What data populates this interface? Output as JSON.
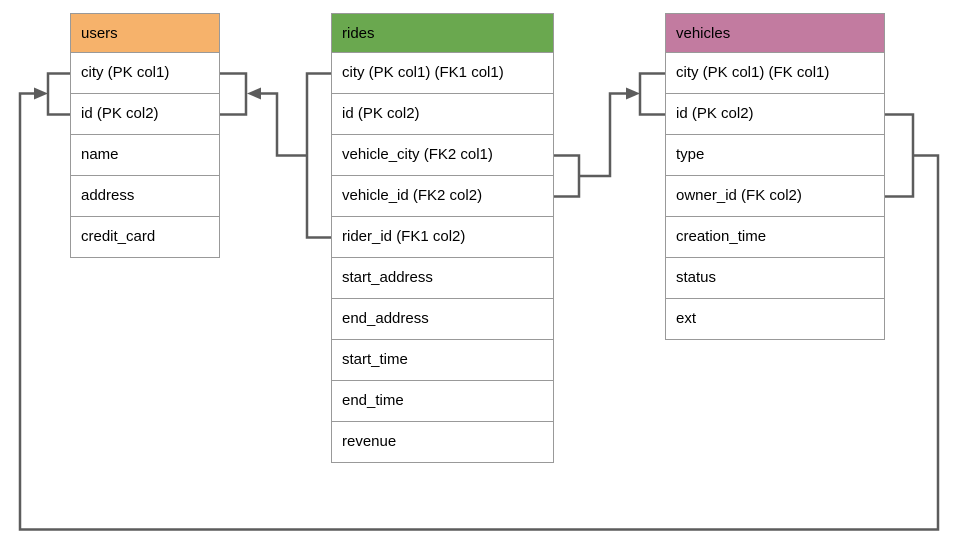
{
  "diagram": {
    "line_color": "#5c5c5c",
    "table_border_color": "#999999",
    "tables": [
      {
        "name": "users",
        "header_color": "#F6B26B",
        "columns": [
          "city (PK col1)",
          "id (PK col2)",
          "name",
          "address",
          "credit_card"
        ]
      },
      {
        "name": "rides",
        "header_color": "#6AA84F",
        "columns": [
          "city (PK col1) (FK1 col1)",
          "id (PK col2)",
          "vehicle_city (FK2 col1)",
          "vehicle_id (FK2 col2)",
          "rider_id (FK1 col2)",
          "start_address",
          "end_address",
          "start_time",
          "end_time",
          "revenue"
        ]
      },
      {
        "name": "vehicles",
        "header_color": "#C27BA0",
        "columns": [
          "city (PK col1) (FK col1)",
          "id (PK col2)",
          "type",
          "owner_id (FK col2)",
          "creation_time",
          "status",
          "ext"
        ]
      }
    ],
    "relationships": [
      {
        "from_table": "rides",
        "from_columns": [
          "city (FK1 col1)",
          "rider_id (FK1 col2)"
        ],
        "to_table": "users",
        "to_columns": [
          "city (PK col1)",
          "id (PK col2)"
        ]
      },
      {
        "from_table": "rides",
        "from_columns": [
          "vehicle_city (FK2 col1)",
          "vehicle_id (FK2 col2)"
        ],
        "to_table": "vehicles",
        "to_columns": [
          "city (PK col1)",
          "id (PK col2)"
        ]
      },
      {
        "from_table": "vehicles",
        "from_columns": [
          "id (PK col2)",
          "owner_id (FK col2)"
        ],
        "to_table": "users",
        "to_columns": [
          "city (PK col1)",
          "id (PK col2)"
        ]
      }
    ]
  }
}
